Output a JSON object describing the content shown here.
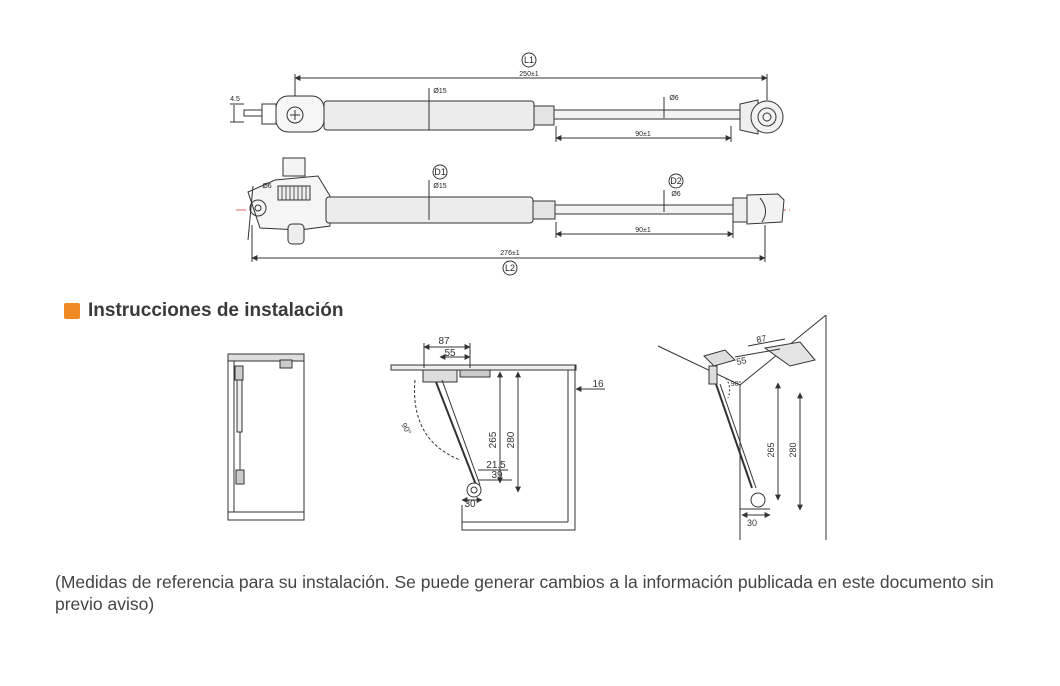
{
  "colors": {
    "accent": "#f08a24",
    "line": "#3a3a3a",
    "center_line": "#e06060"
  },
  "spec_drawing": {
    "labels": {
      "L1": "L1",
      "L1_value": "250±1",
      "L2": "L2",
      "L2_value": "276±1",
      "D1": "D1",
      "D2": "D2",
      "dia15_top": "Ø15",
      "dia6_top": "Ø6",
      "dia15_bottom": "Ø15",
      "dia6_bottom": "Ø6",
      "dia6_eye": "Ø6",
      "rod_top": "90±1",
      "rod_bottom": "90±1",
      "dim_45": "4.5"
    }
  },
  "section": {
    "title": "Instrucciones de instalación"
  },
  "install_drawings": {
    "side_view": {
      "d87": "87",
      "d55": "55",
      "d16": "16",
      "d265": "265",
      "d280": "280",
      "d215": "21.5",
      "d39": "39",
      "d30": "30",
      "angle": "90°"
    },
    "iso_view": {
      "d87": "87",
      "d55": "55",
      "d265": "265",
      "d280": "280",
      "d30": "30",
      "angle": "90°"
    }
  },
  "note": "(Medidas de referencia para su instalación. Se puede generar cambios a la información publicada en este documento sin previo aviso)"
}
